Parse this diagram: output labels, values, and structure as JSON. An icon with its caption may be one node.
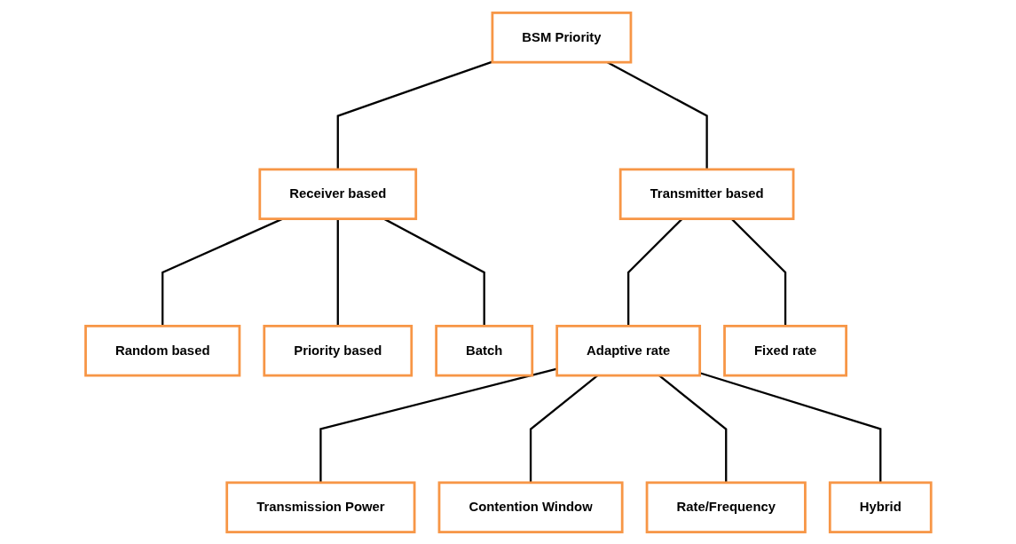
{
  "diagram": {
    "nodes": [
      {
        "text": [
          "BSM Priority"
        ]
      },
      {
        "text": [
          "Receiver based"
        ]
      },
      {
        "text": [
          "Transmitter based"
        ]
      },
      {
        "text": [
          "Random based"
        ]
      },
      {
        "text": [
          "Priority based"
        ]
      },
      {
        "text": [
          "Batch"
        ]
      },
      {
        "text": [
          "Adaptive rate"
        ]
      },
      {
        "text": [
          "Fixed rate"
        ]
      },
      {
        "text": [
          "Transmission Power"
        ]
      },
      {
        "text": [
          "Contention Window"
        ]
      },
      {
        "text": [
          "Rate/Frequency"
        ]
      },
      {
        "text": [
          "Hybrid"
        ]
      }
    ],
    "edges": [
      {
        "from": 0,
        "to": 1,
        "arrow": "none"
      },
      {
        "from": 0,
        "to": 2,
        "arrow": "none"
      },
      {
        "from": 1,
        "to": 3,
        "arrow": "none"
      },
      {
        "from": 1,
        "to": 4,
        "arrow": "none"
      },
      {
        "from": 1,
        "to": 5,
        "arrow": "none"
      },
      {
        "from": 2,
        "to": 6,
        "arrow": "none"
      },
      {
        "from": 2,
        "to": 7,
        "arrow": "none"
      },
      {
        "from": 6,
        "to": 8,
        "arrow": "none"
      },
      {
        "from": 6,
        "to": 9,
        "arrow": "none"
      },
      {
        "from": 6,
        "to": 10,
        "arrow": "none"
      },
      {
        "from": 6,
        "to": 11,
        "arrow": "none"
      }
    ]
  }
}
